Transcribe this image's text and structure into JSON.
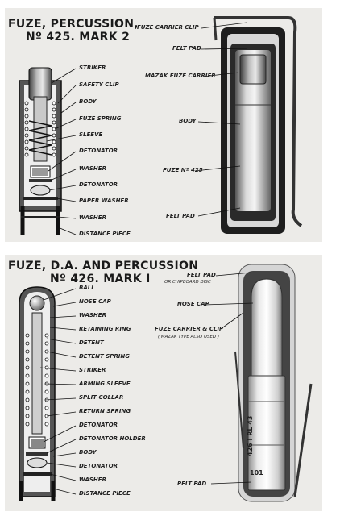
{
  "fuze_425": {
    "title_line1": "FUZE, PERCUSSION,",
    "title_line2": "Nº 425. MARK 2",
    "section_labels": [
      "STRIKER",
      "SAFETY CLIP",
      "BODY",
      "FUZE SPRING",
      "SLEEVE",
      "DETONATOR",
      "WASHER",
      "DETONATOR",
      "PAPER WASHER",
      "WASHER",
      "DISTANCE PIECE"
    ],
    "carrier_labels": [
      "FUZE CARRIER CLIP",
      "FELT PAD",
      "MAZAK FUZE CARRIER",
      "BODY",
      "FUZE Nº 425",
      "FELT PAD"
    ]
  },
  "fuze_426": {
    "title_line1": "FUZE, D.A. AND PERCUSSION",
    "title_line2": "Nº 426. MARK I",
    "section_labels": [
      "BALL",
      "NOSE CAP",
      "WASHER",
      "RETAINING RING",
      "DETENT",
      "DETENT SPRING",
      "STRIKER",
      "ARMING SLEEVE",
      "SPLIT COLLAR",
      "RETURN SPRING",
      "DETONATOR",
      "DETONATOR HOLDER",
      "BODY",
      "DETONATOR",
      "WASHER",
      "DISTANCE PIECE"
    ],
    "carrier_labels": {
      "felt_pad_top": "FELT PAD",
      "felt_pad_top_note": "OR CHIPBOARD DISC",
      "nose_cap": "NOSE CAP",
      "carrier_clip": "FUZE CARRIER & CLIP",
      "carrier_clip_note": "( MAZAK TYPE ALSO USED )",
      "felt_pad_bottom": "PELT PAD"
    },
    "body_marking": "426 I RL 43",
    "body_marking_2": "101"
  }
}
